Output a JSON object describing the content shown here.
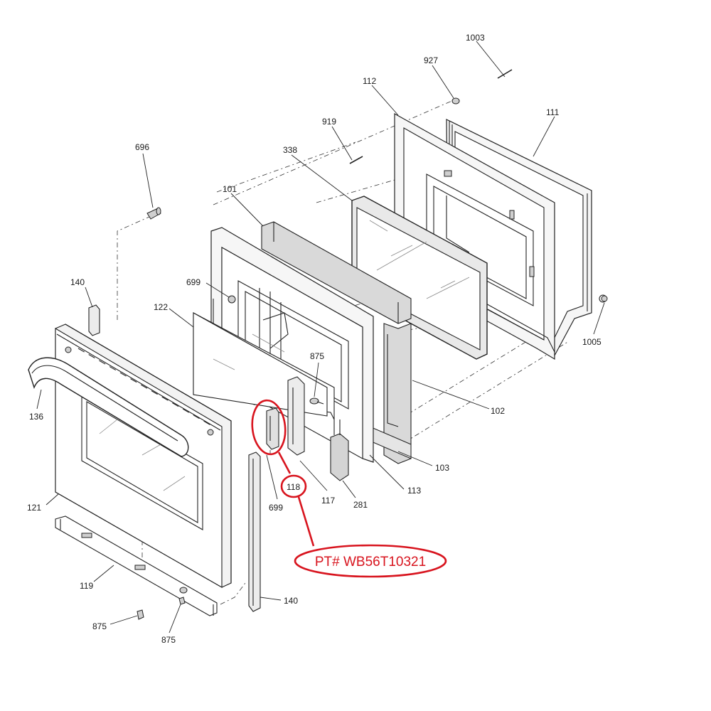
{
  "labels": {
    "l1003": "1003",
    "l927": "927",
    "l112": "112",
    "l111": "111",
    "l919": "919",
    "l338": "338",
    "l696": "696",
    "l101": "101",
    "l699a": "699",
    "l140a": "140",
    "l122": "122",
    "l875a": "875",
    "l1005": "1005",
    "l102": "102",
    "l136": "136",
    "l103": "103",
    "l118": "118",
    "l117": "117",
    "l281": "281",
    "l113": "113",
    "l699b": "699",
    "l121": "121",
    "l119": "119",
    "l140b": "140",
    "l875b": "875",
    "l875c": "875"
  },
  "callout": {
    "text": "PT# WB56T10321",
    "highlighted_part": "118",
    "color": "#d8141e"
  }
}
